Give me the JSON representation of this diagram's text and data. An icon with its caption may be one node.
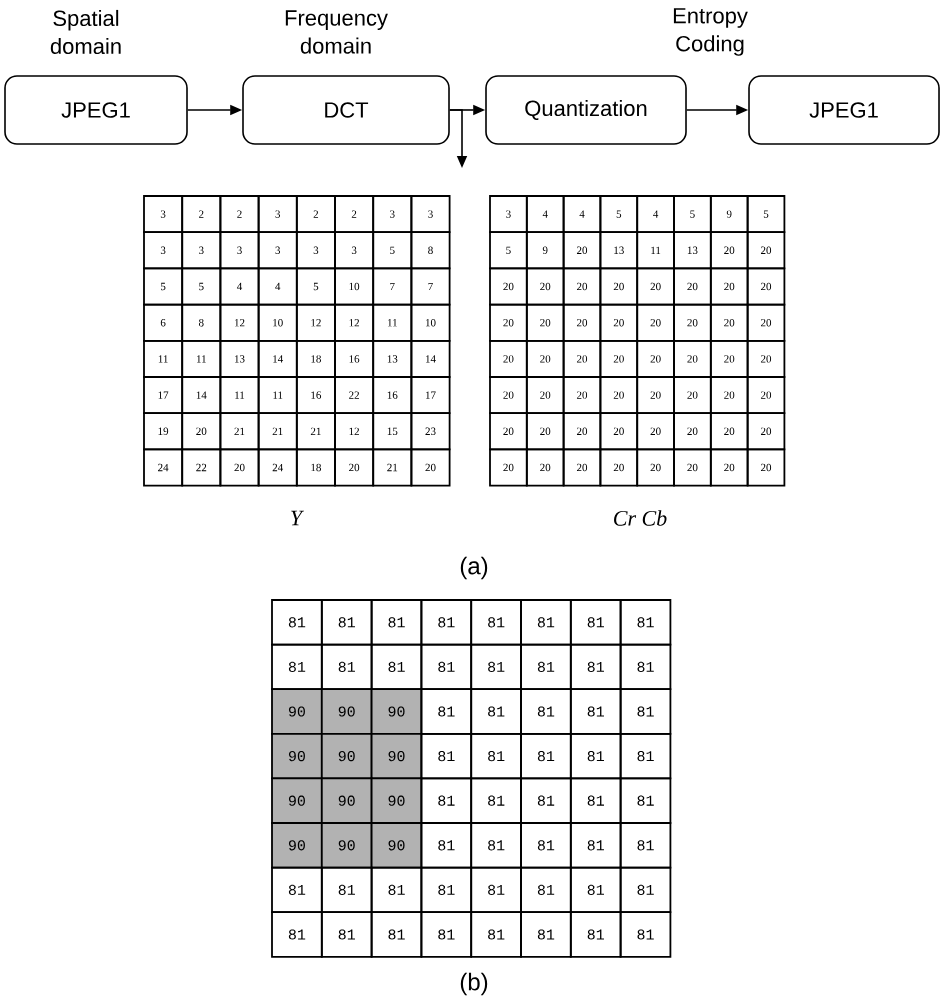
{
  "diagram": {
    "nodes": [
      {
        "text": [
          "JPEG1"
        ],
        "beside": [
          "Spatial domain"
        ]
      },
      {
        "text": [
          "DCT"
        ],
        "beside": [
          "Frequency domain"
        ]
      },
      {
        "text": [
          "Quantization"
        ]
      },
      {
        "text": [
          "JPEG1"
        ]
      }
    ],
    "edges": [
      {
        "from": 0,
        "to": 1,
        "arrow": "to"
      },
      {
        "from": 1,
        "to": 2,
        "arrow": "to"
      },
      {
        "from": 2,
        "to": 3,
        "arrow": "to"
      },
      {
        "from": 1,
        "to": null,
        "arrow": "to"
      }
    ],
    "labels": [
      "Entropy Coding",
      "3",
      "2",
      "2",
      "3",
      "2",
      "2",
      "3",
      "3",
      "3",
      "3",
      "3",
      "3",
      "3",
      "3",
      "5",
      "8",
      "5",
      "5",
      "4",
      "4",
      "5",
      "10",
      "7",
      "7",
      "6",
      "8",
      "12",
      "10",
      "12",
      "12",
      "11",
      "10",
      "11",
      "11",
      "13",
      "14",
      "18",
      "16",
      "13",
      "14",
      "17",
      "14",
      "11",
      "11",
      "16",
      "22",
      "16",
      "17",
      "19",
      "20",
      "21",
      "21",
      "21",
      "12",
      "15",
      "23",
      "24",
      "22",
      "20",
      "24",
      "18",
      "20",
      "21",
      "20",
      "3",
      "4",
      "4",
      "5",
      "4",
      "5",
      "9",
      "5",
      "5",
      "9",
      "20",
      "13",
      "11",
      "13",
      "20",
      "20",
      "20",
      "20",
      "20",
      "20",
      "20",
      "20",
      "20",
      "20",
      "20",
      "20",
      "20",
      "20",
      "20",
      "20",
      "20",
      "20",
      "20",
      "20",
      "20",
      "20",
      "20",
      "20",
      "20",
      "20",
      "20",
      "20",
      "20",
      "20",
      "20",
      "20",
      "20",
      "20",
      "20",
      "20",
      "20",
      "20",
      "20",
      "20",
      "20",
      "20",
      "20",
      "20",
      "20",
      "20",
      "20",
      "20",
      "20",
      "20",
      "Y",
      "Cr Cb",
      "(a)",
      "81",
      "81",
      "81",
      "81",
      "81",
      "81",
      "81",
      "81",
      "81",
      "81",
      "81",
      "81",
      "81",
      "81",
      "81",
      "81",
      "90",
      "90",
      "90",
      "81",
      "81",
      "81",
      "81",
      "81",
      "90",
      "90",
      "90",
      "81",
      "81",
      "81",
      "81",
      "81",
      "90",
      "90",
      "90",
      "81",
      "81",
      "81",
      "81",
      "81",
      "90",
      "90",
      "90",
      "81",
      "81",
      "81",
      "81",
      "81",
      "81",
      "81",
      "81",
      "81",
      "81",
      "81",
      "81",
      "81",
      "81",
      "81",
      "81",
      "81",
      "81",
      "81",
      "81",
      "81",
      "(b)"
    ]
  }
}
